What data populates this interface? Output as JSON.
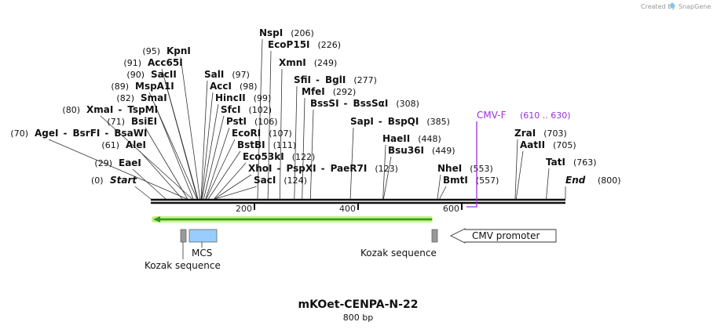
{
  "credit": {
    "text": "Created by",
    "brand": "SnapGene"
  },
  "plasmid": {
    "name": "mKOet-CENPA-N-22",
    "length_label": "800 bp",
    "length": 800
  },
  "start_label": {
    "name": "Start",
    "pos": "(0)"
  },
  "end_label": {
    "name": "End",
    "pos": "(800)"
  },
  "enzymes": [
    {
      "names": [
        "EaeI"
      ],
      "pos": "(29)",
      "bp": 29
    },
    {
      "names": [
        "AleI"
      ],
      "pos": "(61)",
      "bp": 61
    },
    {
      "names": [
        "AgeI",
        "BsrFI",
        "BsaWI"
      ],
      "pos": "(70)",
      "bp": 70
    },
    {
      "names": [
        "BsiEI"
      ],
      "pos": "(71)",
      "bp": 71
    },
    {
      "names": [
        "XmaI",
        "TspMI"
      ],
      "pos": "(80)",
      "bp": 80
    },
    {
      "names": [
        "SmaI"
      ],
      "pos": "(82)",
      "bp": 82
    },
    {
      "names": [
        "MspA1I"
      ],
      "pos": "(89)",
      "bp": 89
    },
    {
      "names": [
        "SacII"
      ],
      "pos": "(90)",
      "bp": 90
    },
    {
      "names": [
        "Acc65I"
      ],
      "pos": "(91)",
      "bp": 91
    },
    {
      "names": [
        "KpnI"
      ],
      "pos": "(95)",
      "bp": 95
    },
    {
      "names": [
        "SalI"
      ],
      "pos": "(97)",
      "bp": 97
    },
    {
      "names": [
        "AccI"
      ],
      "pos": "(98)",
      "bp": 98
    },
    {
      "names": [
        "HincII"
      ],
      "pos": "(99)",
      "bp": 99
    },
    {
      "names": [
        "SfcI"
      ],
      "pos": "(102)",
      "bp": 102
    },
    {
      "names": [
        "PstI"
      ],
      "pos": "(106)",
      "bp": 106
    },
    {
      "names": [
        "EcoRI"
      ],
      "pos": "(107)",
      "bp": 107
    },
    {
      "names": [
        "BstBI"
      ],
      "pos": "(111)",
      "bp": 111
    },
    {
      "names": [
        "Eco53kI"
      ],
      "pos": "(122)",
      "bp": 122
    },
    {
      "names": [
        "XhoI",
        "PspXI",
        "PaeR7I"
      ],
      "pos": "(123)",
      "bp": 123
    },
    {
      "names": [
        "SacI"
      ],
      "pos": "(124)",
      "bp": 124
    },
    {
      "names": [
        "NspI"
      ],
      "pos": "(206)",
      "bp": 206
    },
    {
      "names": [
        "EcoP15I"
      ],
      "pos": "(226)",
      "bp": 226
    },
    {
      "names": [
        "XmnI"
      ],
      "pos": "(249)",
      "bp": 249
    },
    {
      "names": [
        "SfiI",
        "BglI"
      ],
      "pos": "(277)",
      "bp": 277
    },
    {
      "names": [
        "MfeI"
      ],
      "pos": "(292)",
      "bp": 292
    },
    {
      "names": [
        "BssSI",
        "BssSαI"
      ],
      "pos": "(308)",
      "bp": 308
    },
    {
      "names": [
        "SapI",
        "BspQI"
      ],
      "pos": "(385)",
      "bp": 385
    },
    {
      "names": [
        "HaeII"
      ],
      "pos": "(448)",
      "bp": 448
    },
    {
      "names": [
        "Bsu36I"
      ],
      "pos": "(449)",
      "bp": 449
    },
    {
      "names": [
        "NheI"
      ],
      "pos": "(553)",
      "bp": 553
    },
    {
      "names": [
        "BmtI"
      ],
      "pos": "(557)",
      "bp": 557
    },
    {
      "names": [
        "ZraI"
      ],
      "pos": "(703)",
      "bp": 703
    },
    {
      "names": [
        "AatII"
      ],
      "pos": "(705)",
      "bp": 705
    },
    {
      "names": [
        "TatI"
      ],
      "pos": "(763)",
      "bp": 763
    }
  ],
  "primer": {
    "name": "CMV-F",
    "pos": "(610 .. 630)",
    "color": "#9b30d9"
  },
  "ticks": [
    {
      "bp": 200,
      "label": "200"
    },
    {
      "bp": 400,
      "label": "400"
    },
    {
      "bp": 600,
      "label": "600"
    }
  ],
  "features": {
    "orf_color": "#2e9a1f",
    "orf_glow": "#c8f08a",
    "mcs_label": "MCS",
    "mcs_color": "#99ccff",
    "kozak_label_1": "Kozak sequence",
    "kozak_label_2": "Kozak sequence",
    "kozak_color": "#999999",
    "promoter_label": "CMV promoter"
  }
}
